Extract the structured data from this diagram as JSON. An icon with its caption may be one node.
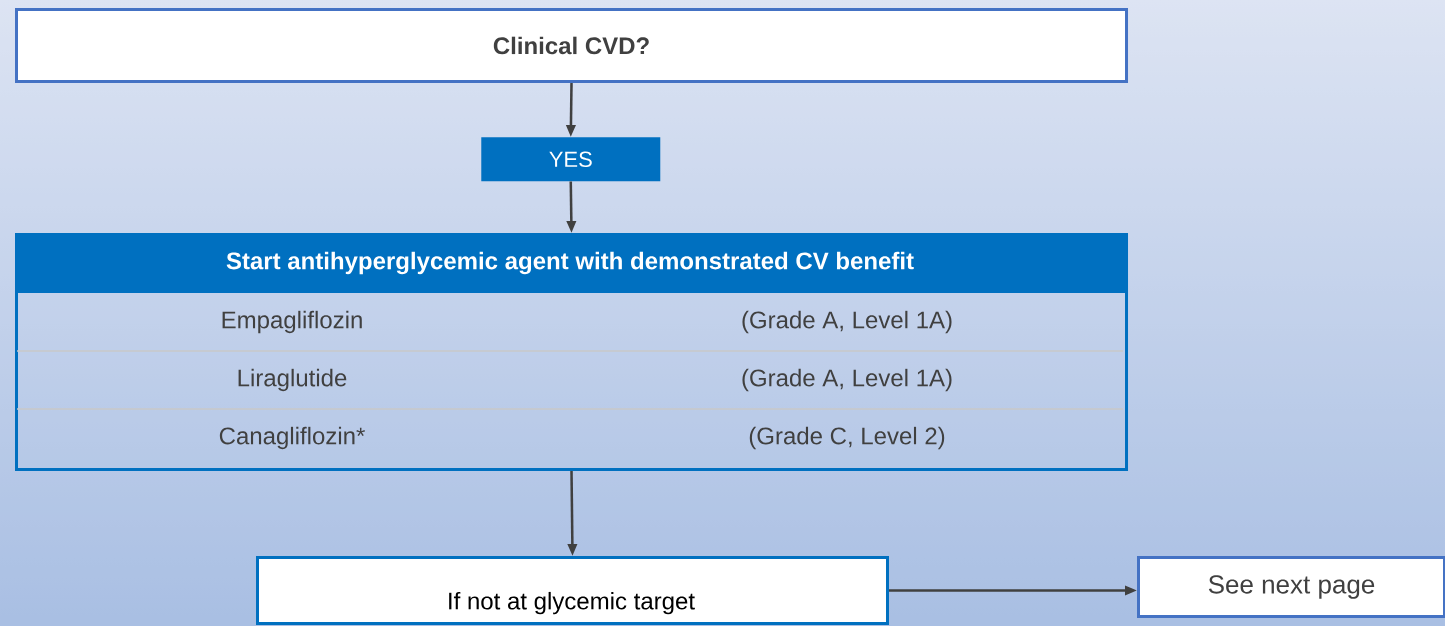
{
  "diagram": {
    "nodes": [
      {
        "text": [
          "Clinical CVD?"
        ]
      },
      {
        "text": [
          "YES"
        ]
      },
      {
        "text": [
          "Start antihyperglycemic agent with demonstrated CV benefit"
        ]
      },
      {
        "text": [
          "If not at glycemic target"
        ]
      },
      {
        "text": [
          "See next page"
        ]
      }
    ],
    "edges": [
      {
        "from": 0,
        "to": 1,
        "arrow": "to"
      },
      {
        "from": 1,
        "to": 2,
        "arrow": "to"
      },
      {
        "from": 2,
        "to": 3,
        "arrow": "to"
      },
      {
        "from": 3,
        "to": 4,
        "arrow": "to"
      }
    ],
    "labels": [
      "Empagliflozin",
      "(Grade A, Level 1A)",
      "Liraglutide",
      "(Grade A, Level 1A)",
      "Canagliflozin*",
      "(Grade C, Level 2)"
    ]
  }
}
